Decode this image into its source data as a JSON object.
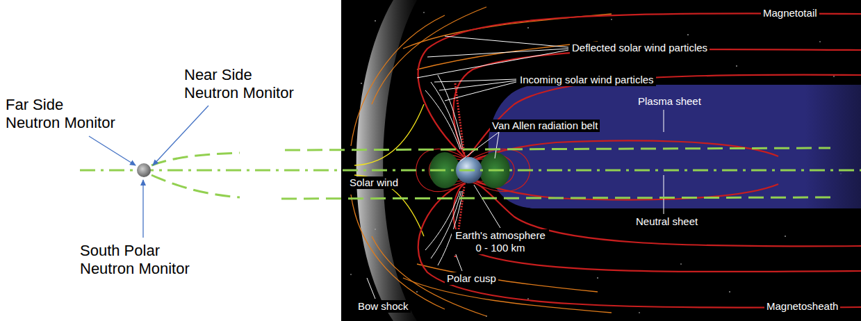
{
  "diagram": {
    "labels": [
      "Far Side Neutron Monitor",
      "Near Side Neutron Monitor",
      "South Polar Neutron Monitor",
      "Magnetotail",
      "Deflected solar wind particles",
      "Incoming solar wind particles",
      "Plasma sheet",
      "Van Allen radiation belt",
      "Solar wind",
      "Neutral sheet",
      "Earth's atmosphere 0 - 100 km",
      "Polar cusp",
      "Bow shock",
      "Magnetosheath"
    ]
  }
}
